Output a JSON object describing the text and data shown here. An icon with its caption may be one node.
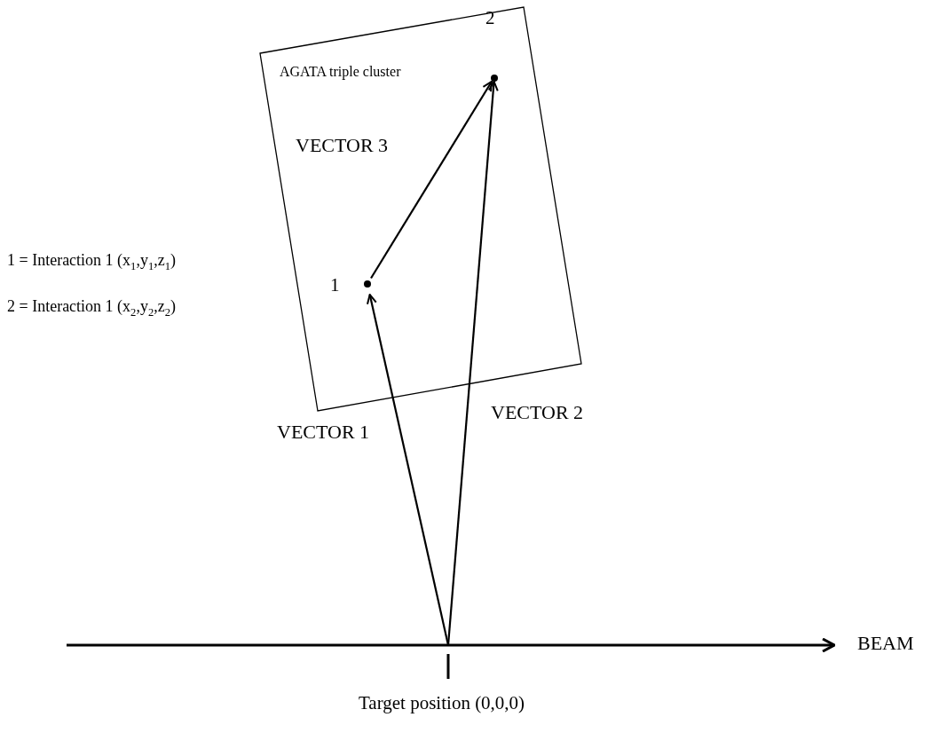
{
  "diagram": {
    "nodes": [
      {
        "text": [
          "AGATA triple cluster"
        ]
      },
      {
        "text": [
          "1"
        ],
        "in": 0
      },
      {
        "text": [
          "2"
        ],
        "in": 0
      }
    ],
    "edges": [
      {
        "from": null,
        "to": 1,
        "arrow": "to",
        "label": "VECTOR 1"
      },
      {
        "from": null,
        "to": 2,
        "arrow": "to",
        "label": "VECTOR 2"
      },
      {
        "from": 1,
        "to": 2,
        "arrow": "to",
        "label": "VECTOR 3"
      }
    ],
    "labels": [
      "1 = Interaction 1 (x$_{1}$,y$_{1}$,z$_{1}$)",
      "2 = Interaction 1 (x$_{2}$,y$_{2}$,z$_{2}$)",
      "BEAM",
      "Target position (0,0,0)"
    ]
  }
}
